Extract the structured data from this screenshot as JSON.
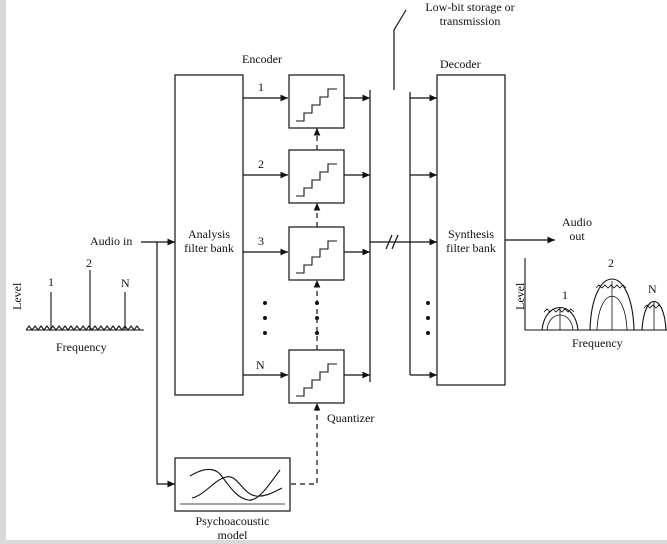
{
  "top_note": {
    "line1": "Low-bit storage or",
    "line2": "transmission"
  },
  "encoder": {
    "title": "Encoder",
    "analysis_box": {
      "line1": "Analysis",
      "line2": "filter bank"
    }
  },
  "decoder": {
    "title": "Decoder",
    "synthesis_box": {
      "line1": "Synthesis",
      "line2": "filter bank"
    }
  },
  "channels": [
    "1",
    "2",
    "3",
    "N"
  ],
  "audio_in": "Audio in",
  "audio_out": {
    "line1": "Audio",
    "line2": "out"
  },
  "quantizer": "Quantizer",
  "psychoacoustic": {
    "line1": "Psychoacoustic",
    "line2": "model"
  },
  "input_spectrum": {
    "ylabel": "Level",
    "xlabel": "Frequency",
    "peaks": [
      "1",
      "2",
      "N"
    ]
  },
  "output_spectrum": {
    "ylabel": "Level",
    "xlabel": "Frequency",
    "peaks": [
      "1",
      "2",
      "N"
    ]
  },
  "colors": {
    "line": "#111111",
    "panel": "#d9d9d9"
  }
}
